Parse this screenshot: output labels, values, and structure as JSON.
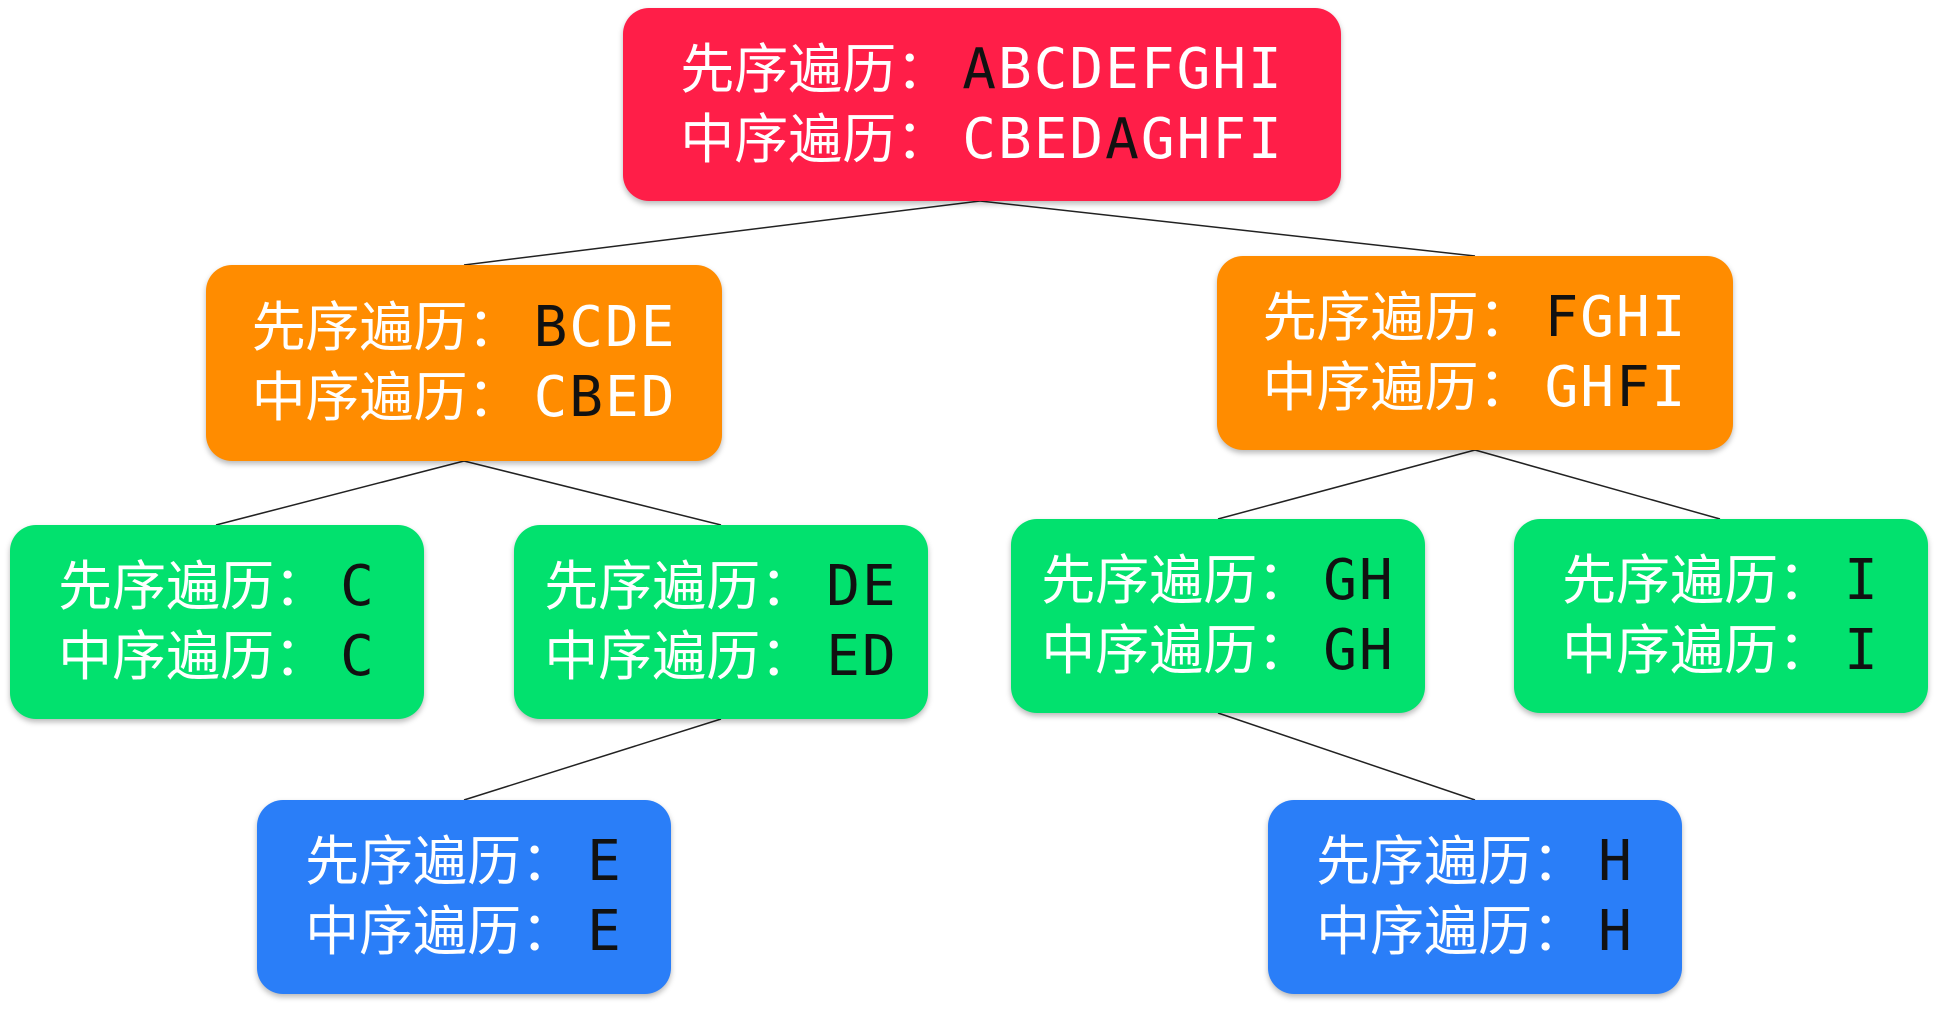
{
  "colors": {
    "root": "#ff1e48",
    "level1": "#ff8c00",
    "level2": "#02e16e",
    "leaf": "#2a7ef8",
    "highlight_letter": "#111111",
    "letter": "#ffffff"
  },
  "nodes": {
    "root": {
      "pre_label": "先序遍历：",
      "in_label": "中序遍历：",
      "pre": "ABCDEFGHI",
      "pre_hl": [
        0
      ],
      "in": "CBEDAGHFI",
      "in_hl": [
        4
      ]
    },
    "bcde": {
      "pre_label": "先序遍历：",
      "in_label": "中序遍历：",
      "pre": "BCDE",
      "pre_hl": [
        0
      ],
      "in": "CBED",
      "in_hl": [
        1
      ]
    },
    "fghi": {
      "pre_label": "先序遍历：",
      "in_label": "中序遍历：",
      "pre": "FGHI",
      "pre_hl": [
        0
      ],
      "in": "GHFI",
      "in_hl": [
        2
      ]
    },
    "c": {
      "pre_label": "先序遍历：",
      "in_label": "中序遍历：",
      "pre": "C",
      "pre_hl": [
        0
      ],
      "in": "C",
      "in_hl": [
        0
      ]
    },
    "de": {
      "pre_label": "先序遍历：",
      "in_label": "中序遍历：",
      "pre": "DE",
      "pre_hl": [
        0,
        1
      ],
      "in": "ED",
      "in_hl": [
        0,
        1
      ]
    },
    "gh": {
      "pre_label": "先序遍历：",
      "in_label": "中序遍历：",
      "pre": "GH",
      "pre_hl": [
        0,
        1
      ],
      "in": "GH",
      "in_hl": [
        0,
        1
      ]
    },
    "i": {
      "pre_label": "先序遍历：",
      "in_label": "中序遍历：",
      "pre": "I",
      "pre_hl": [
        0
      ],
      "in": "I",
      "in_hl": [
        0
      ]
    },
    "e": {
      "pre_label": "先序遍历：",
      "in_label": "中序遍历：",
      "pre": "E",
      "pre_hl": [
        0
      ],
      "in": "E",
      "in_hl": [
        0
      ]
    },
    "h": {
      "pre_label": "先序遍历：",
      "in_label": "中序遍历：",
      "pre": "H",
      "pre_hl": [
        0
      ],
      "in": "H",
      "in_hl": [
        0
      ]
    }
  }
}
